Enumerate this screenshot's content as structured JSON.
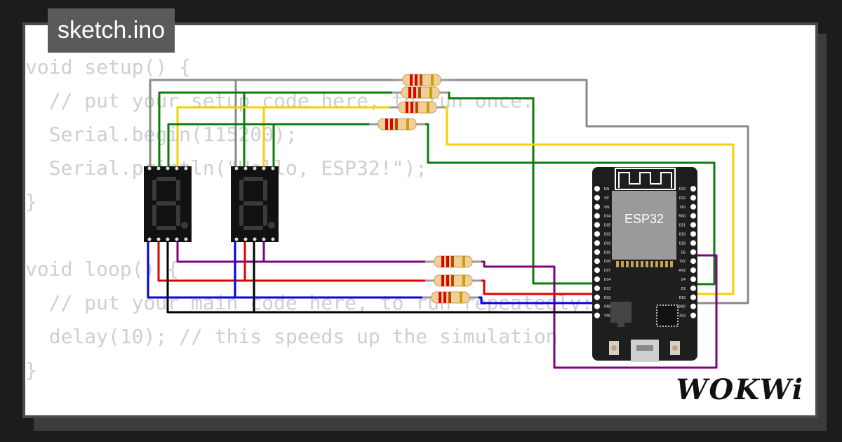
{
  "tab": {
    "title": "sketch.ino"
  },
  "code_lines": [
    "void setup() {",
    "  // put your setup code here, to run once:",
    "  Serial.begin(115200);",
    "  Serial.println(\"Hello, ESP32!\");",
    "}",
    "",
    "void loop() {",
    "  // put your main code here, to run repeatedly:",
    "  delay(10); // this speeds up the simulation",
    "}"
  ],
  "board": {
    "chip_label": "ESP32",
    "pins_left": [
      "EN",
      "VP",
      "VN",
      "D34",
      "D35",
      "D32",
      "D33",
      "D25",
      "D26",
      "D27",
      "D14",
      "D12",
      "D13",
      "GND",
      "VIN"
    ],
    "pins_right": [
      "D23",
      "D22",
      "TX0",
      "RX0",
      "D21",
      "D19",
      "D18",
      "D5",
      "TX2",
      "RX2",
      "D4",
      "D2",
      "D15",
      "GND",
      "3V3"
    ]
  },
  "logo": {
    "text": "WOKWi"
  },
  "colors": {
    "background": "#1c1c1c",
    "card": "#ffffff",
    "code_text": "#cfcfcf",
    "board": "#1e1e1e",
    "wire_gray": "#8a8a8a",
    "wire_green": "#0a7d0a",
    "wire_yellow": "#f5d000",
    "wire_red": "#e00000",
    "wire_blue": "#0000dd",
    "wire_black": "#000000",
    "wire_purple": "#800080"
  }
}
